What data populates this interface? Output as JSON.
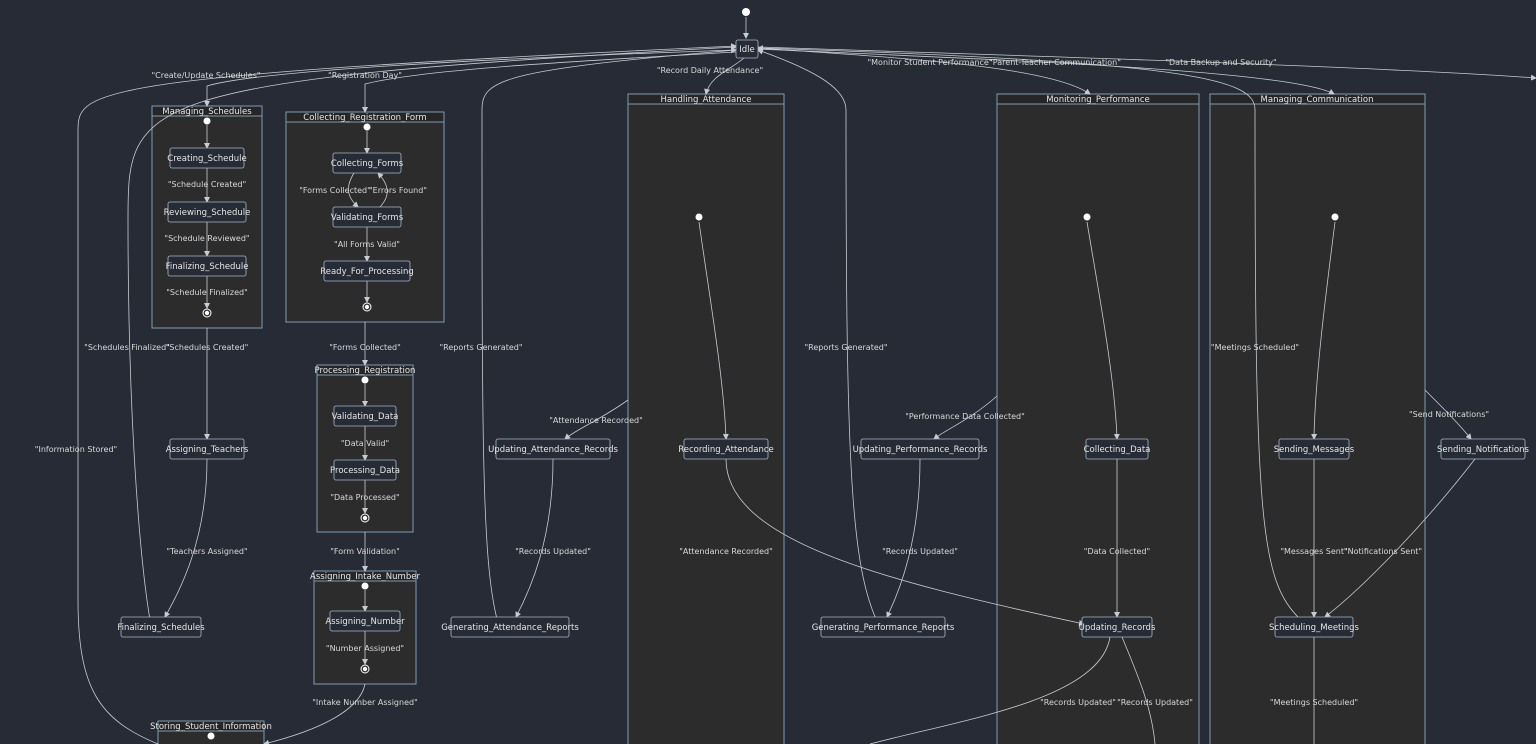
{
  "diagram": {
    "states": {
      "idle": "Idle",
      "creating_schedule": "Creating_Schedule",
      "reviewing_schedule": "Reviewing_Schedule",
      "finalizing_schedule": "Finalizing_Schedule",
      "collecting_forms": "Collecting_Forms",
      "validating_forms": "Validating_Forms",
      "ready_for_processing": "Ready_For_Processing",
      "validating_data": "Validating_Data",
      "processing_data": "Processing_Data",
      "assigning_number": "Assigning_Number",
      "assigning_teachers": "Assigning_Teachers",
      "finalizing_schedules": "Finalizing_Schedules",
      "updating_attendance_records": "Updating_Attendance_Records",
      "generating_attendance_reports": "Generating_Attendance_Reports",
      "recording_attendance": "Recording_Attendance",
      "updating_performance_records": "Updating_Performance_Records",
      "generating_performance_reports": "Generating_Performance_Reports",
      "collecting_data": "Collecting_Data",
      "updating_records": "Updating_Records",
      "sending_messages": "Sending_Messages",
      "sending_notifications": "Sending_Notifications",
      "scheduling_meetings": "Scheduling_Meetings"
    },
    "clusters": {
      "managing_schedules": "Managing_Schedules",
      "collecting_registration_form": "Collecting_Registration_Form",
      "processing_registration": "Processing_Registration",
      "assigning_intake_number": "Assigning_Intake_Number",
      "storing_student_information": "Storing_Student_Information",
      "handling_attendance": "Handling_Attendance",
      "monitoring_performance": "Monitoring_Performance",
      "managing_communication": "Managing_Communication"
    },
    "transitions": {
      "create_update_schedules": "\"Create/Update Schedules\"",
      "registration_day": "\"Registration Day\"",
      "record_daily_attendance": "\"Record Daily Attendance\"",
      "monitor_student_performance": "\"Monitor Student Performance\"",
      "parent_teacher_communication": "\"Parent-Teacher Communication\"",
      "data_backup_and_security": "\"Data Backup and Security\"",
      "schedule_created": "\"Schedule Created\"",
      "schedule_reviewed": "\"Schedule Reviewed\"",
      "schedule_finalized": "\"Schedule Finalized\"",
      "forms_collected_inner": "\"Forms Collected\"",
      "errors_found": "\"Errors Found\"",
      "all_forms_valid": "\"All Forms Valid\"",
      "schedules_finalized": "\"Schedules Finalized\"",
      "schedules_created": "\"Schedules Created\"",
      "forms_collected": "\"Forms Collected\"",
      "reports_generated_1": "\"Reports Generated\"",
      "reports_generated_2": "\"Reports Generated\"",
      "meetings_scheduled_1": "\"Meetings Scheduled\"",
      "data_valid": "\"Data Valid\"",
      "data_processed": "\"Data Processed\"",
      "attendance_recorded_1": "\"Attendance Recorded\"",
      "performance_data_collected": "\"Performance Data Collected\"",
      "send_notifications": "\"Send Notifications\"",
      "information_stored": "\"Information Stored\"",
      "teachers_assigned": "\"Teachers Assigned\"",
      "form_validation": "\"Form Validation\"",
      "records_updated_1": "\"Records Updated\"",
      "attendance_recorded_2": "\"Attendance Recorded\"",
      "records_updated_2": "\"Records Updated\"",
      "data_collected": "\"Data Collected\"",
      "messages_sent": "\"Messages Sent\"",
      "notifications_sent": "\"Notifications Sent\"",
      "number_assigned": "\"Number Assigned\"",
      "intake_number_assigned": "\"Intake Number Assigned\"",
      "records_updated_3": "\"Records Updated\"",
      "records_updated_4": "\"Records Updated\"",
      "meetings_scheduled_2": "\"Meetings Scheduled\""
    }
  }
}
